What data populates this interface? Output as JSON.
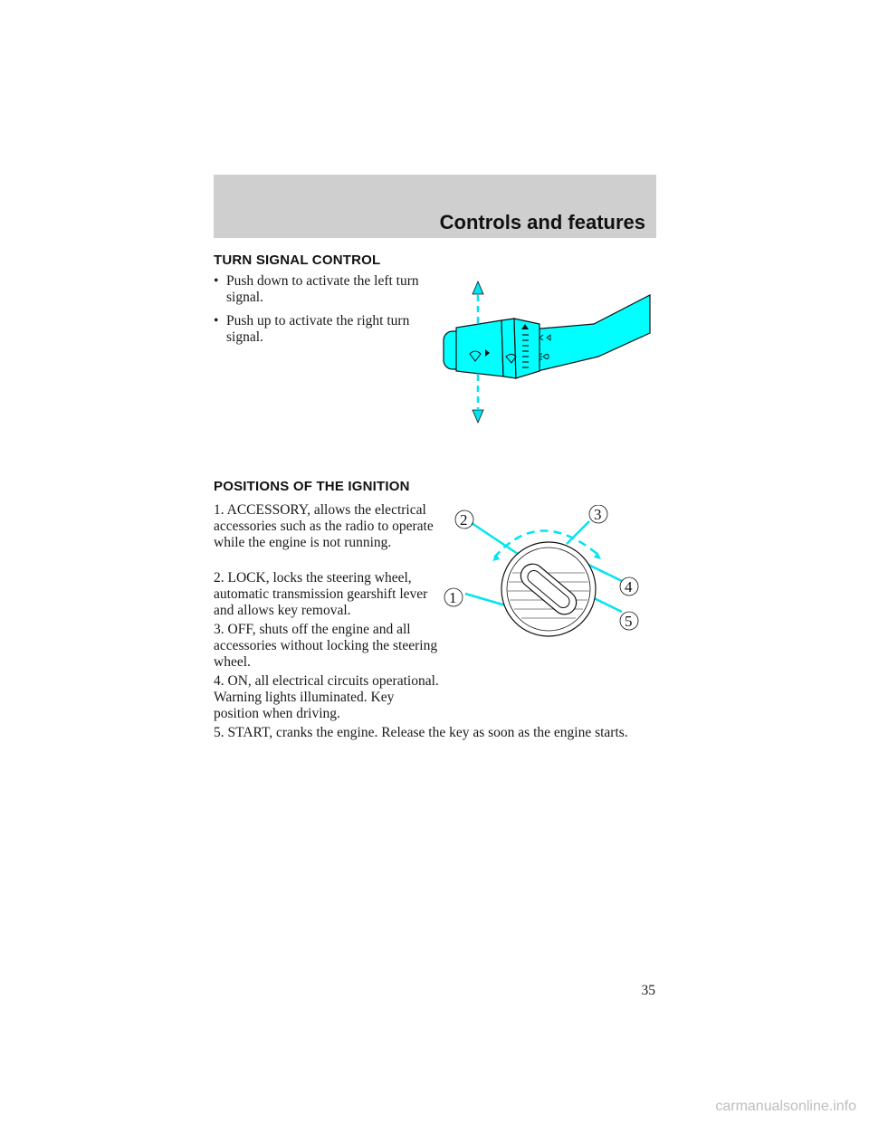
{
  "header": {
    "title": "Controls and features"
  },
  "turn_signal": {
    "heading": "TURN SIGNAL CONTROL",
    "bullets": [
      "Push down to activate the left turn signal.",
      "Push up to activate the right turn signal."
    ]
  },
  "ignition": {
    "heading": "POSITIONS OF THE IGNITION",
    "items": [
      "1. ACCESSORY, allows the electrical accessories such as the radio to operate while the engine is not running.",
      "2. LOCK, locks the steering wheel, automatic transmission gearshift lever and allows key removal.",
      "3. OFF, shuts off the engine and all accessories without locking the steering wheel.",
      "4. ON, all electrical circuits operational. Warning lights illuminated. Key position when driving.",
      "5. START, cranks the engine. Release the key as soon as the engine starts."
    ],
    "callouts": [
      "1",
      "2",
      "3",
      "4",
      "5"
    ]
  },
  "colors": {
    "accent": "#00ffff",
    "header_band": "#cfcfcf"
  },
  "page_number": "35",
  "watermark": "carmanualsonline.info"
}
